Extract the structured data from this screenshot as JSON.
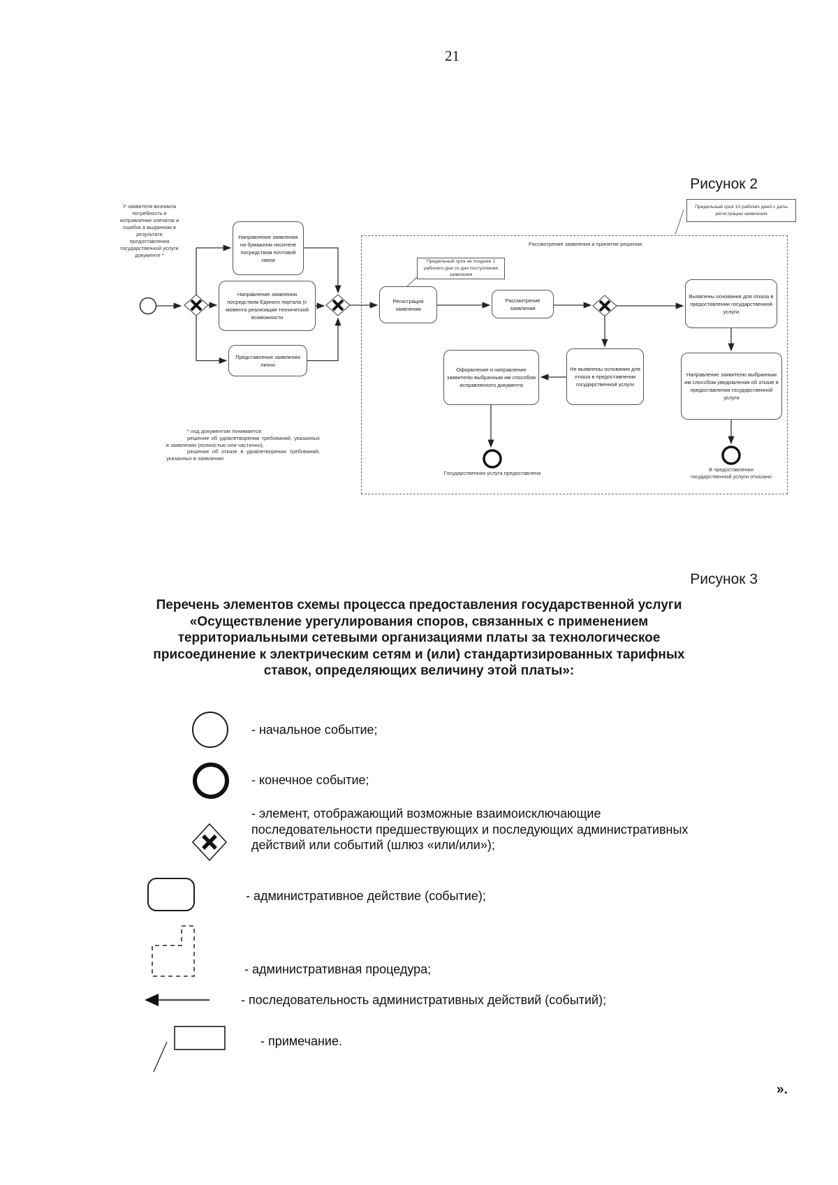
{
  "page": {
    "number": "21",
    "closing": "»."
  },
  "figure2": {
    "caption": "Рисунок 2",
    "annotation": "У заявителя возникла потребность в исправлении опечаток и ошибок в выданном в результате предоставления государственной услуги документе *",
    "lane_label": "Рассмотрение заявления и принятие решения",
    "notes": {
      "registration_deadline": "Предельный срок не позднее 1 рабочего дня со дня поступления заявления",
      "total_deadline": "Предельный срок 10 рабочих дней с даты регистрации заявления"
    },
    "nodes": {
      "send_paper": "Направление заявления на бумажном носителе посредством почтовой связи",
      "send_portal": "Направление заявления посредством Единого портала (с момента реализации технической возможности",
      "submit_person": "Представление заявления лично",
      "registration": "Регистрация заявления",
      "review": "Рассмотрение заявления",
      "grounds_found": "Выявлены основания для отказа в предоставлении государственной услуги",
      "grounds_not_found": "Не выявлены основания для отказа в предоставлении государственной услуги",
      "issue_document": "Оформление и направление заявителю выбранным им способом исправленного документа",
      "send_refusal": "Направление заявителю выбранным им способом уведомления об отказе в предоставлении государственной услуги"
    },
    "events": {
      "service_provided": "Государственная услуга предоставлена",
      "service_refused": "В предоставлении государственной услуги отказано"
    },
    "footnote": {
      "intro": "* под документом понимается:",
      "item1": "решение об удовлетворении требований, указанных в заявлении (полностью или частично);",
      "item2": "решение об отказе в удовлетворении требований, указанных в заявлении"
    }
  },
  "figure3": {
    "caption": "Рисунок 3",
    "heading_lines": [
      "Перечень элементов схемы процесса предоставления государственной услуги",
      "«Осуществление урегулирования споров, связанных с применением",
      "территориальными сетевыми организациями платы за технологическое",
      "присоединение к электрическим сетям и (или) стандартизированных тарифных",
      "ставок, определяющих величину этой платы»:"
    ],
    "legend": [
      {
        "icon": "start-event-icon",
        "label": "- начальное событие;"
      },
      {
        "icon": "end-event-icon",
        "label": "- конечное событие;"
      },
      {
        "icon": "xor-gateway-icon",
        "label": "- элемент, отображающий возможные взаимоисключающие последовательности предшествующих и последующих административных действий или событий (шлюз «или/или»);"
      },
      {
        "icon": "action-icon",
        "label": "- административное действие (событие);"
      },
      {
        "icon": "procedure-icon",
        "label": "- административная процедура;"
      },
      {
        "icon": "sequence-arrow-icon",
        "label": "- последовательность административных действий (событий);"
      },
      {
        "icon": "note-icon",
        "label": "- примечание."
      }
    ]
  }
}
